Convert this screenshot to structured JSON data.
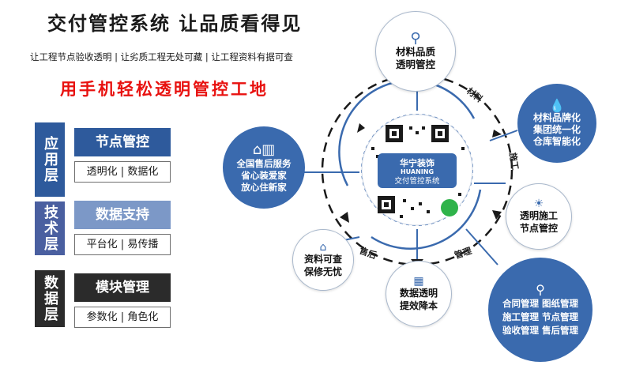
{
  "header": {
    "title": "交付管控系统  让品质看得见",
    "subtitle": "让工程节点验收透明  |  让劣质工程无处可藏  |  让工程资料有据可查",
    "slogan": "用手机轻松透明管控工地"
  },
  "layers": [
    {
      "tag": "应用层",
      "head": "节点管控",
      "sub": "透明化 | 数据化",
      "tag_color": "#2e5a9c",
      "head_color": "#2e5a9c"
    },
    {
      "tag": "技术层",
      "head": "数据支持",
      "sub": "平台化 | 易传播",
      "tag_color": "#4a5fa0",
      "head_color": "#7c98c7"
    },
    {
      "tag": "数据层",
      "head": "模块管理",
      "sub": "参数化 | 角色化",
      "tag_color": "#2b2b2b",
      "head_color": "#2b2b2b"
    }
  ],
  "center": {
    "brand_line1": "华宁装饰",
    "brand_line2": "HUANING",
    "system": "交付管控系统"
  },
  "nodes": {
    "material": [
      "材料品质",
      "透明管控"
    ],
    "brand": [
      "材料品牌化",
      "集团统一化",
      "仓库智能化"
    ],
    "construction": [
      "透明施工",
      "节点管控"
    ],
    "modules": [
      "合同管理  图纸管理",
      "施工管理  节点管理",
      "验收管理  售后管理"
    ],
    "data": [
      "数据透明",
      "提效降本"
    ],
    "records": [
      "资料可查",
      "保修无忧"
    ],
    "service": [
      "全国售后服务",
      "省心装爱家",
      "放心住新家"
    ]
  },
  "arc_labels": {
    "material": "材料",
    "construction": "施工",
    "management": "管理",
    "aftersale": "售后"
  },
  "colors": {
    "accent_blue": "#3a6aae",
    "slogan_red": "#e8110f",
    "dark": "#2b2b2b"
  }
}
